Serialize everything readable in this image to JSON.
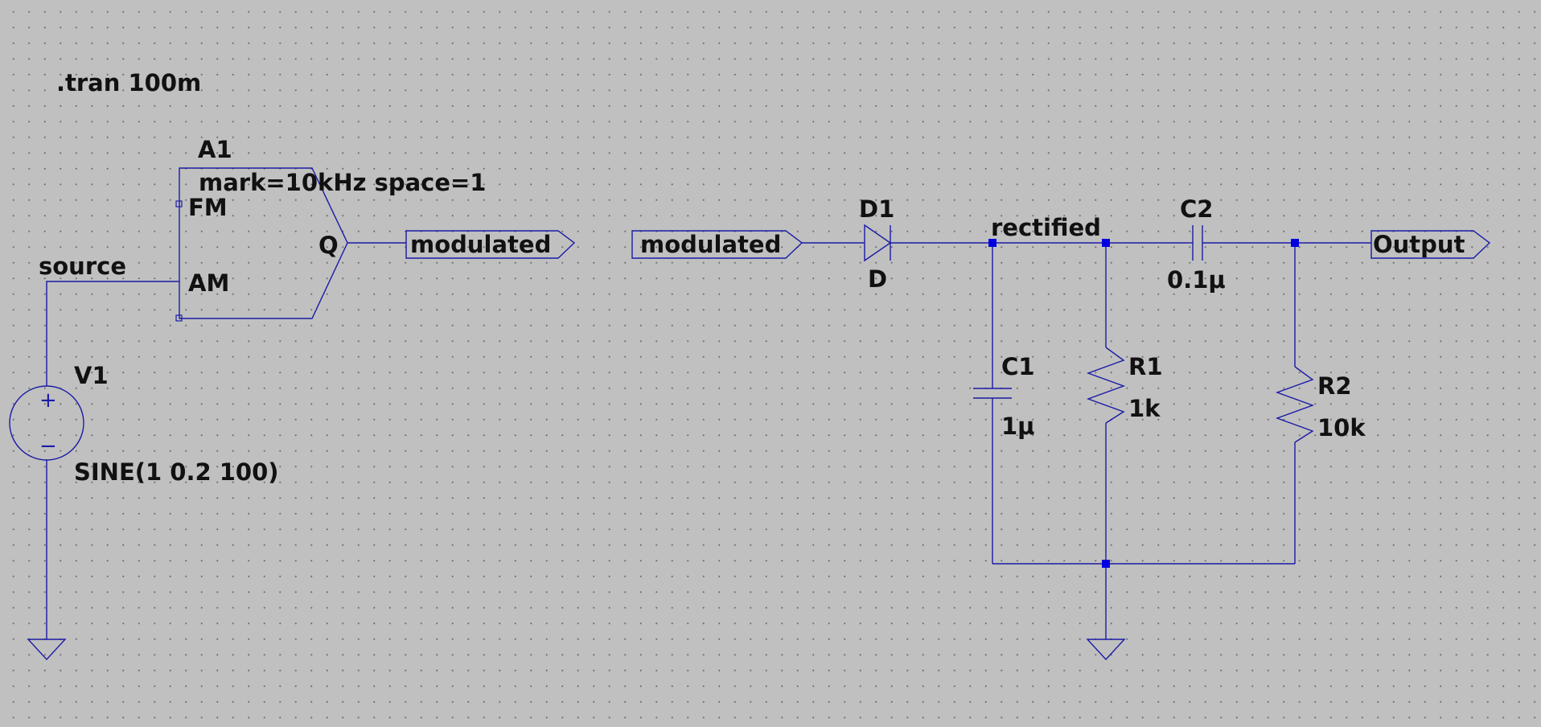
{
  "directive": ".tran 100m",
  "source_block": {
    "ref": "A1",
    "params": "mark=10kHz space=1",
    "pin_fm": "FM",
    "pin_am": "AM",
    "pin_q": "Q"
  },
  "voltage_source": {
    "ref": "V1",
    "value": "SINE(1 0.2 100)"
  },
  "net_labels": {
    "source": "source",
    "modulated_out": "modulated",
    "modulated_in": "modulated",
    "rectified": "rectified",
    "output": "Output"
  },
  "diode": {
    "ref": "D1",
    "model": "D"
  },
  "c1": {
    "ref": "C1",
    "value": "1μ"
  },
  "c2": {
    "ref": "C2",
    "value": "0.1μ"
  },
  "r1": {
    "ref": "R1",
    "value": "1k"
  },
  "r2": {
    "ref": "R2",
    "value": "10k"
  },
  "colors": {
    "background": "#c0c0c0",
    "wire": "#1a1aa6",
    "junction": "#0000e0",
    "text": "#111111"
  }
}
